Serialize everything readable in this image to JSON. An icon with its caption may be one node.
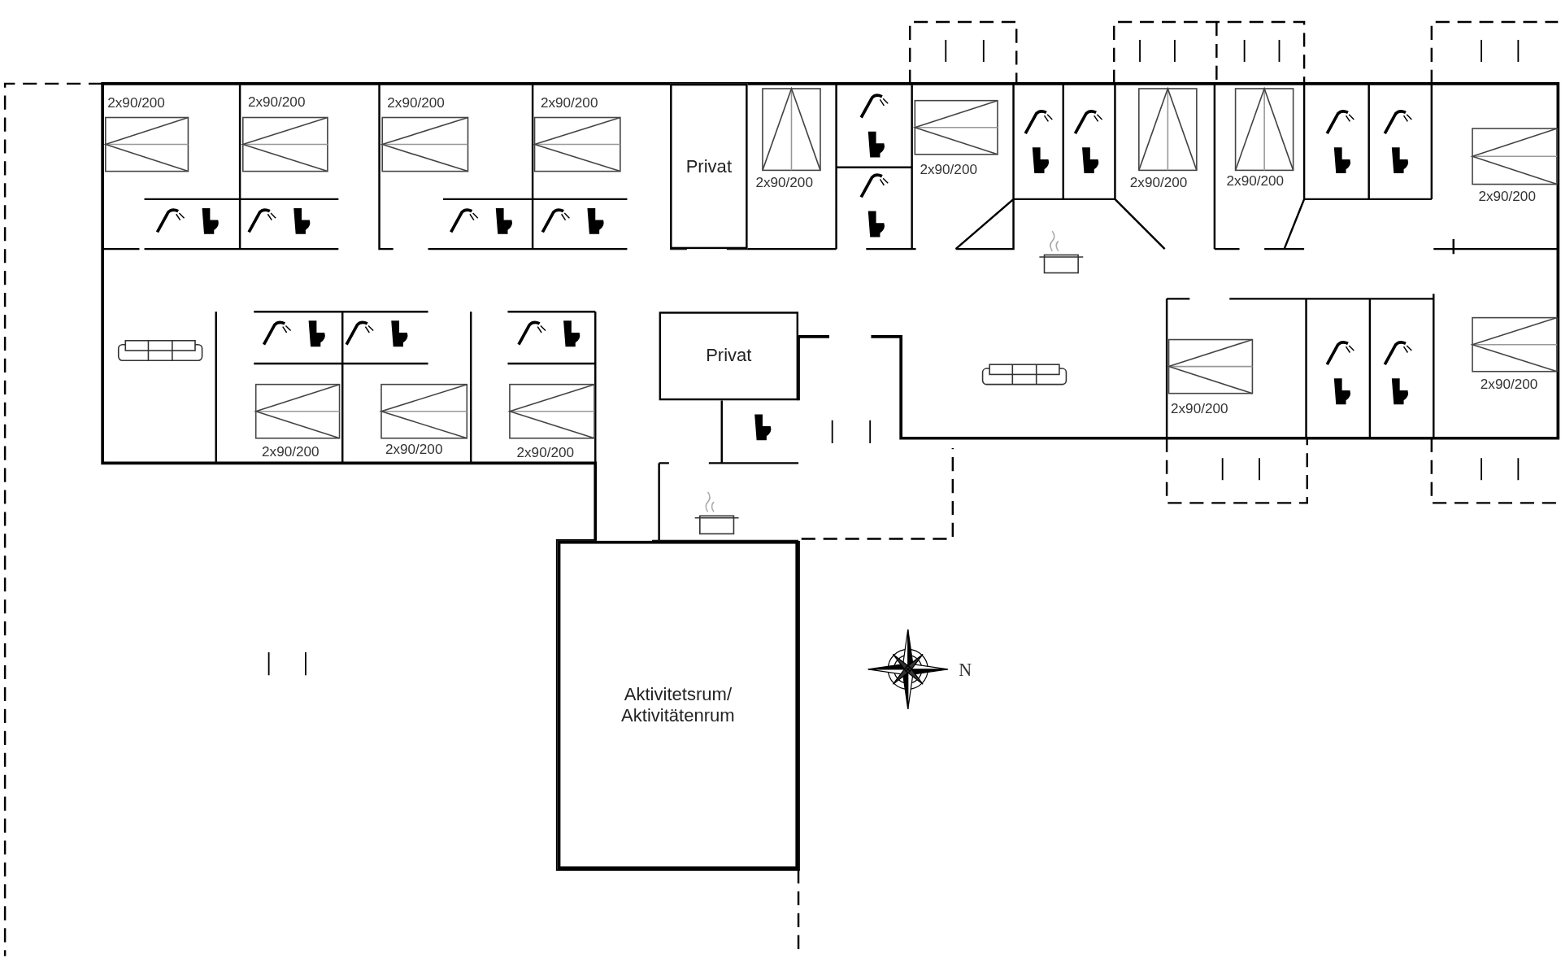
{
  "diagram": {
    "nodes": [
      {
        "text": [
          "Privat"
        ]
      },
      {
        "text": [
          "Privat"
        ]
      },
      {
        "text": [
          "Aktivitetsrum/ Aktivitätenrum"
        ]
      }
    ],
    "labels": [
      "2x90/200",
      "2x90/200",
      "2x90/200",
      "2x90/200",
      "2x90/200",
      "2x90/200",
      "2x90/200",
      "2x90/200",
      "2x90/200",
      "2x90/200",
      "2x90/200",
      "2x90/200",
      "2x90/200",
      "2x90/200",
      "N"
    ]
  }
}
